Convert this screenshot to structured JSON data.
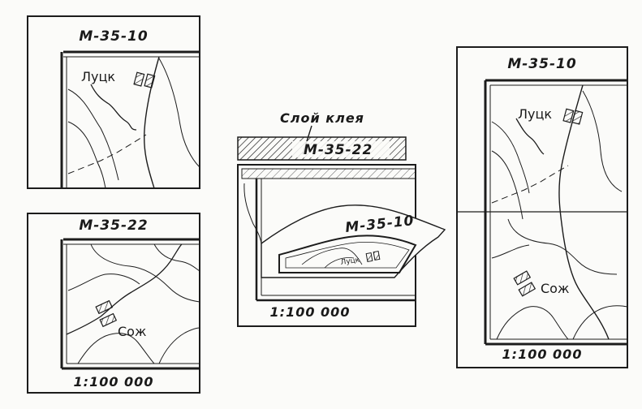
{
  "left_top_sheet": {
    "code": "М-35-10",
    "town": "Луцк"
  },
  "left_bottom_sheet": {
    "code": "М-35-22",
    "town": "Сож",
    "scale": "1:100 000"
  },
  "middle": {
    "glue_label": "Слой клея",
    "strip_code": "М-35-22",
    "peel_code": "М-35-10",
    "peel_town": "Луцк",
    "scale": "1:100 000"
  },
  "right_sheet": {
    "code": "М-35-10",
    "town_top": "Луцк",
    "town_bottom": "Сож",
    "scale": "1:100 000"
  },
  "colors": {
    "ink": "#1c1c1c",
    "paper": "#fbfbf9"
  },
  "icons": [
    "hatched-settlement-icon",
    "hatch-pattern"
  ]
}
